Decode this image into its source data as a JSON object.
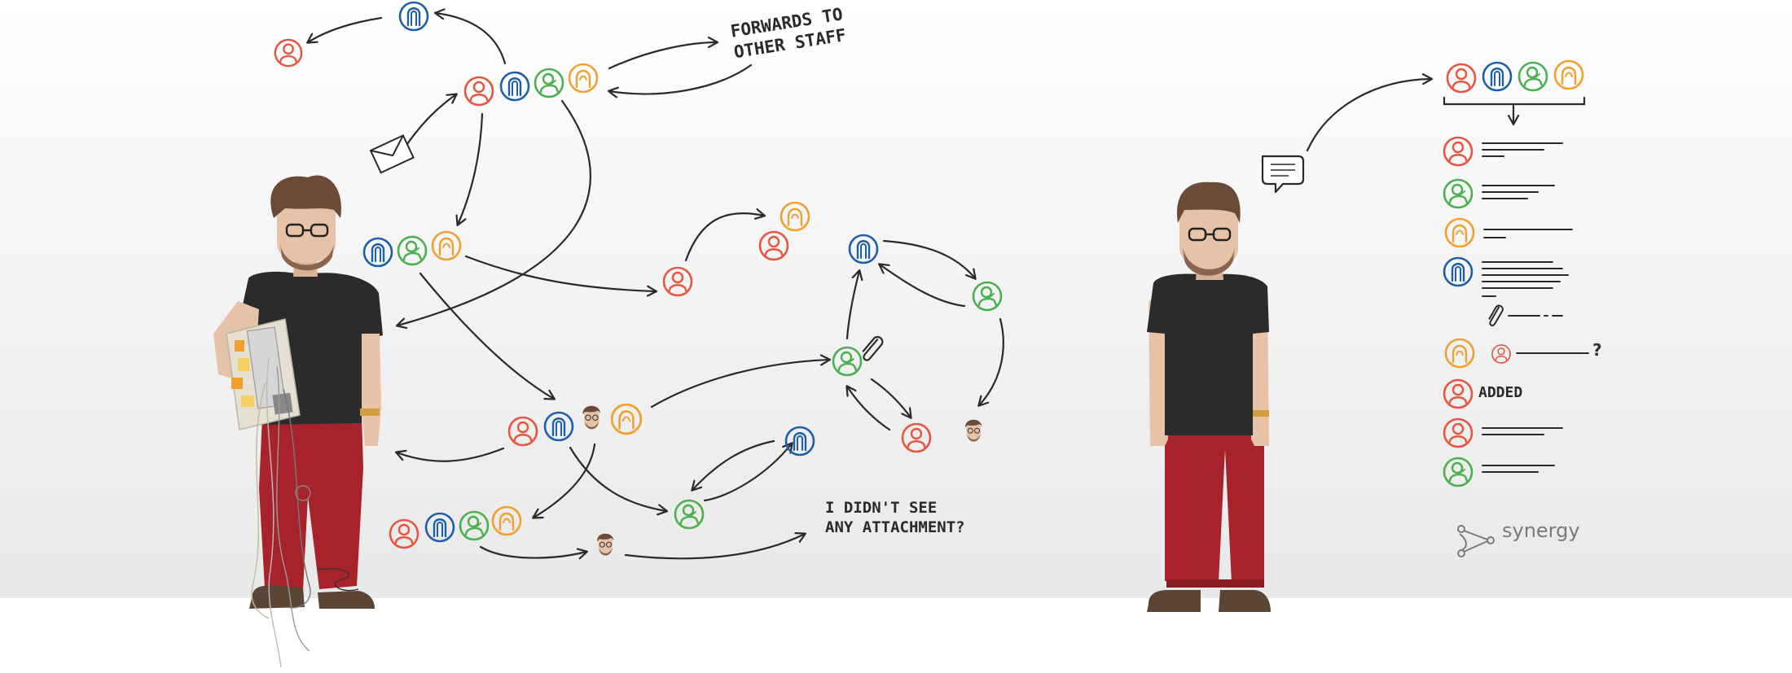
{
  "annotations": {
    "forwards_line1": "FORWARDS TO",
    "forwards_line2": "OTHER STAFF",
    "attachment_line1": "I DIDN'T SEE",
    "attachment_line2": "ANY ATTACHMENT?",
    "added": "ADDED",
    "question_mark": "?"
  },
  "brand": {
    "name": "synergy"
  },
  "colors": {
    "red": "#e8553f",
    "blue": "#1f5fa8",
    "green": "#4caf50",
    "orange": "#f0a030",
    "ink": "#2a2a2a",
    "pants": "#a8222b",
    "shirt": "#2b2b2b",
    "skin": "#e6c3a8",
    "hair": "#6b4a38"
  },
  "icons": {
    "avatar": "person-avatar-icon",
    "email": "envelope-icon",
    "attachment": "paperclip-icon",
    "chat": "speech-bubble-icon",
    "brand": "synergy-logo-icon"
  }
}
